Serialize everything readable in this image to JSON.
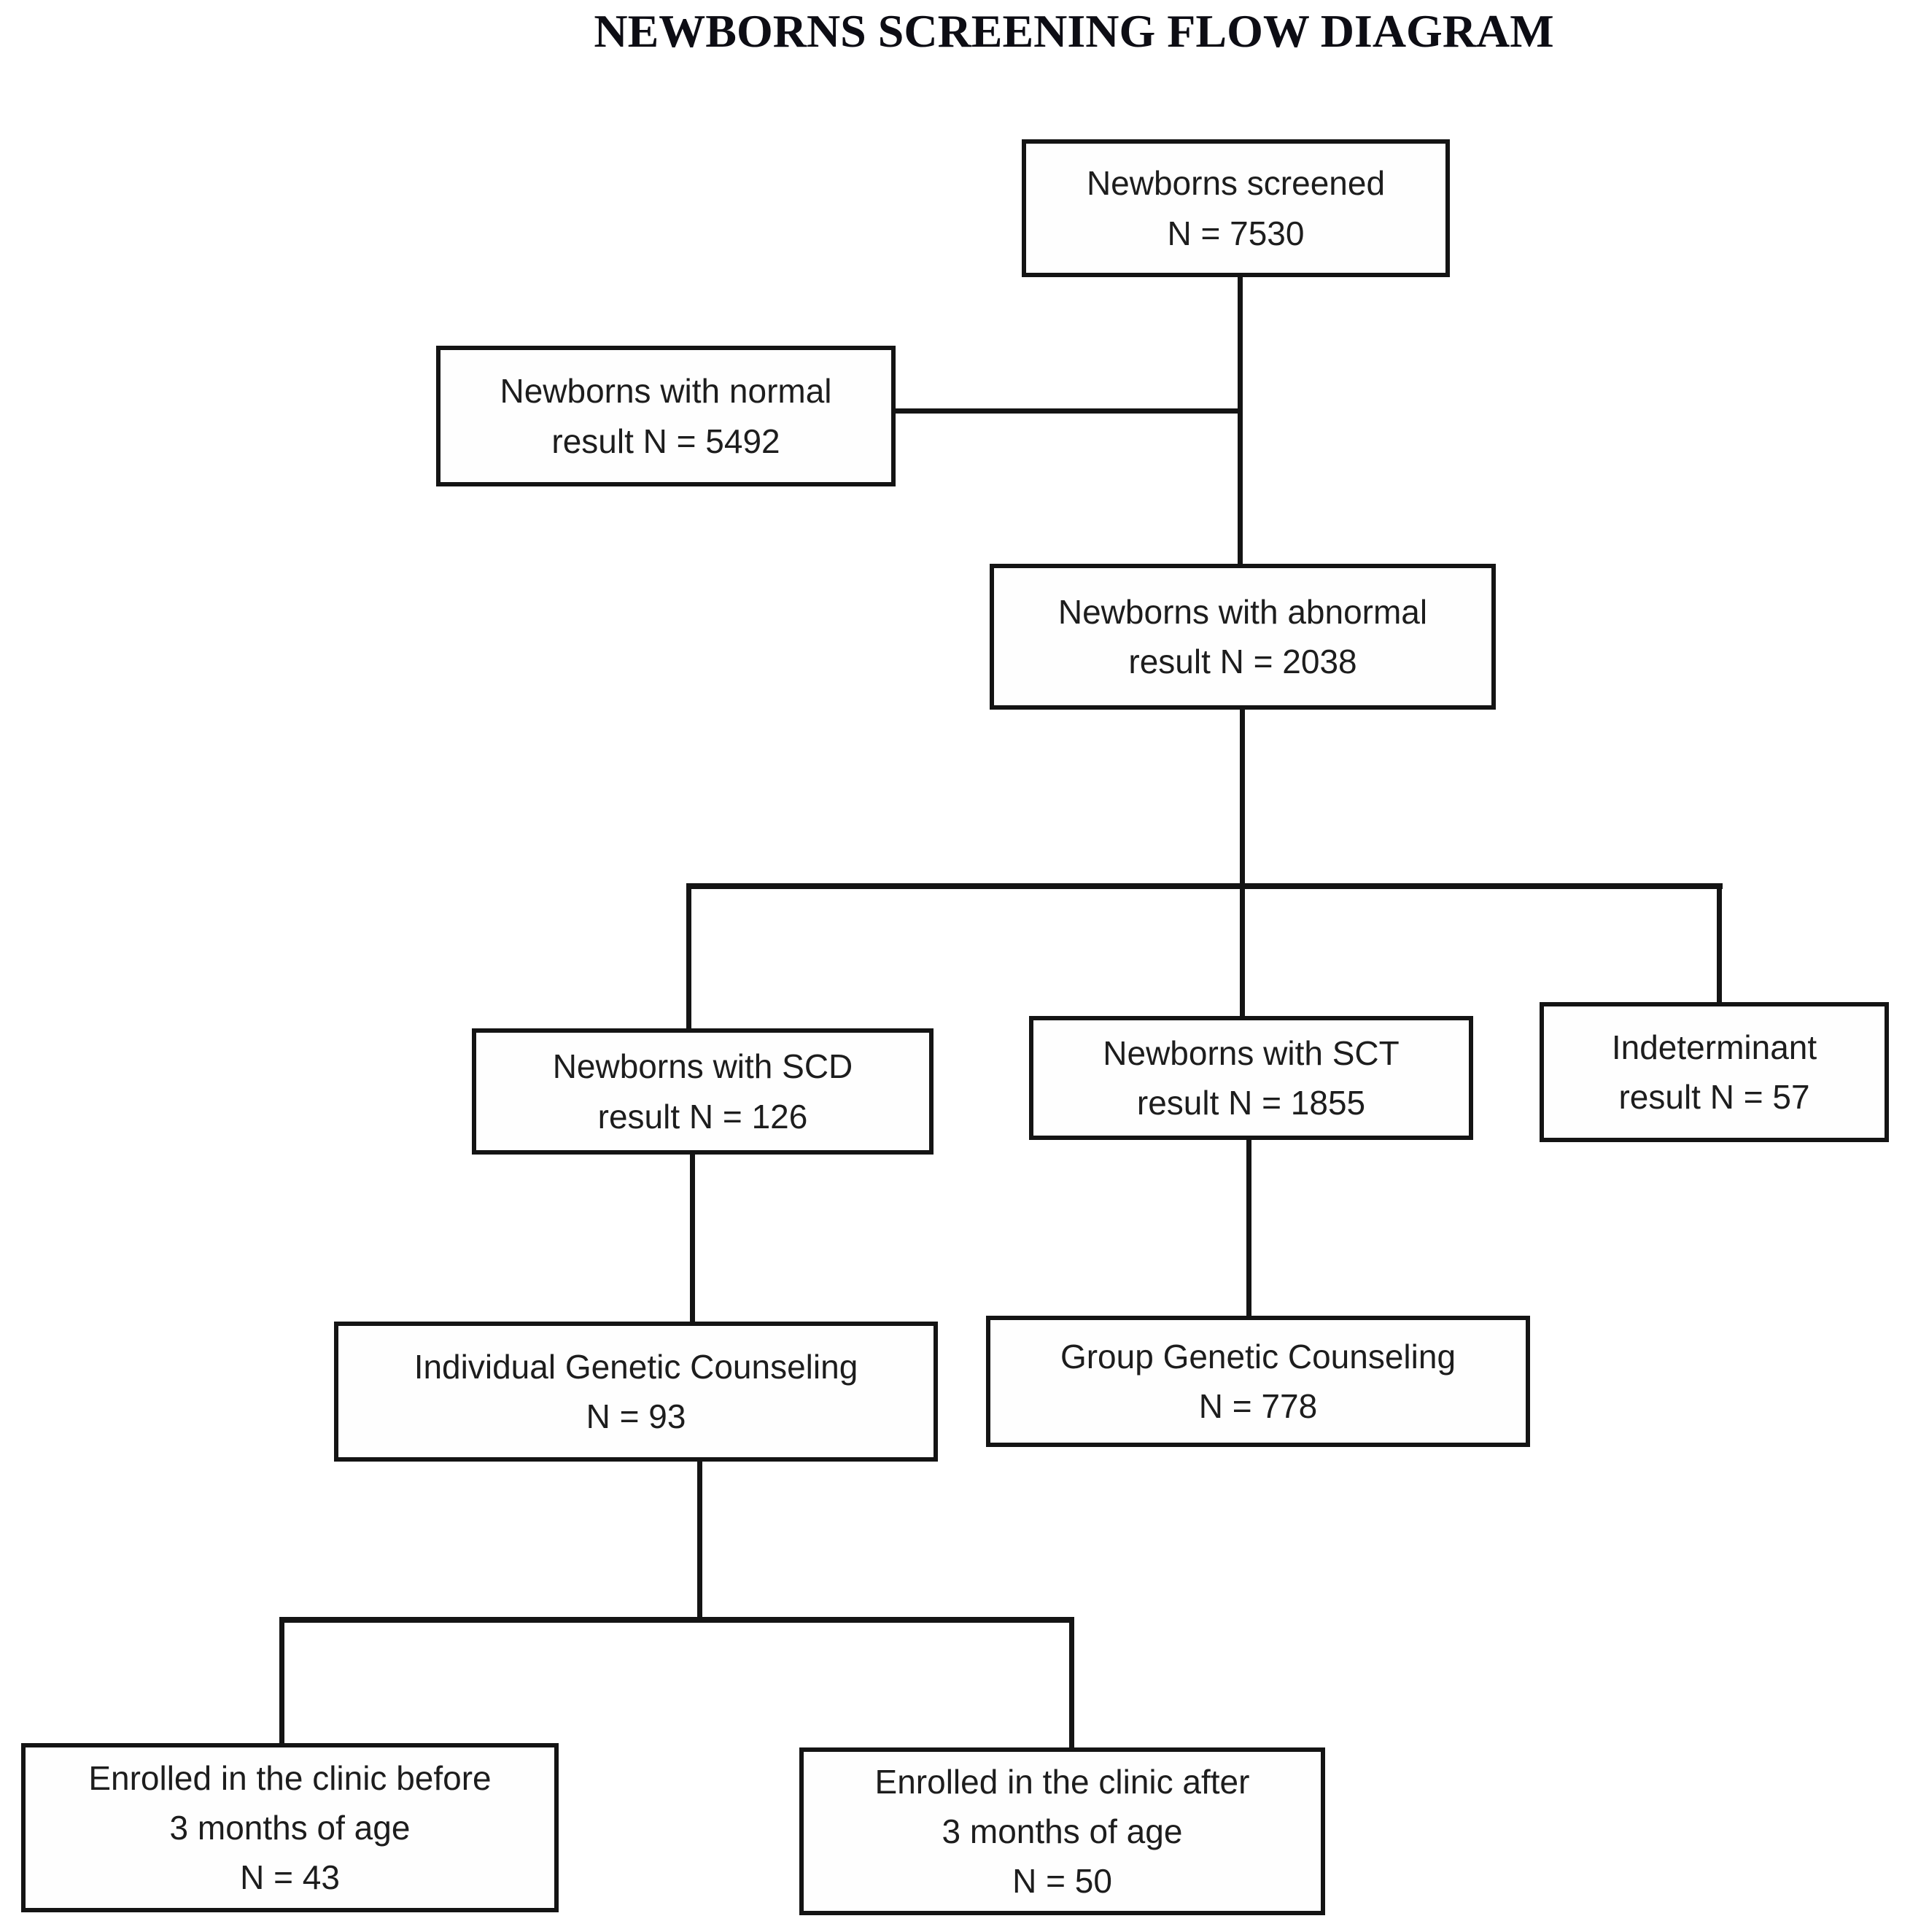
{
  "title": "NEWBORNS SCREENING FLOW DIAGRAM",
  "colors": {
    "box_border": "#141414",
    "connector_line": "#141414",
    "text": "#1d1d1d",
    "background": "#ffffff"
  },
  "nodes": {
    "screened": {
      "line1": "Newborns screened",
      "line2": "N = 7530"
    },
    "normal": {
      "line1": "Newborns with normal",
      "line2": "result N = 5492"
    },
    "abnormal": {
      "line1": "Newborns with abnormal",
      "line2": "result N = 2038"
    },
    "scd": {
      "line1": "Newborns with SCD",
      "line2": "result N = 126"
    },
    "sct": {
      "line1": "Newborns with SCT",
      "line2": "result N = 1855"
    },
    "indeterminant": {
      "line1": "Indeterminant",
      "line2": "result N = 57"
    },
    "individual_counseling": {
      "line1": "Individual Genetic Counseling",
      "line2": "N = 93"
    },
    "group_counseling": {
      "line1": "Group Genetic Counseling",
      "line2": "N = 778"
    },
    "enrolled_before": {
      "line1": "Enrolled in the clinic before",
      "line2": "3 months of age",
      "line3": "N = 43"
    },
    "enrolled_after": {
      "line1": "Enrolled in the clinic after",
      "line2": "3 months of age",
      "line3": "N = 50"
    }
  },
  "edges": [
    "screened -> normal",
    "screened -> abnormal",
    "abnormal -> scd",
    "abnormal -> sct",
    "abnormal -> indeterminant",
    "scd -> individual_counseling",
    "sct -> group_counseling",
    "individual_counseling -> enrolled_before",
    "individual_counseling -> enrolled_after"
  ]
}
